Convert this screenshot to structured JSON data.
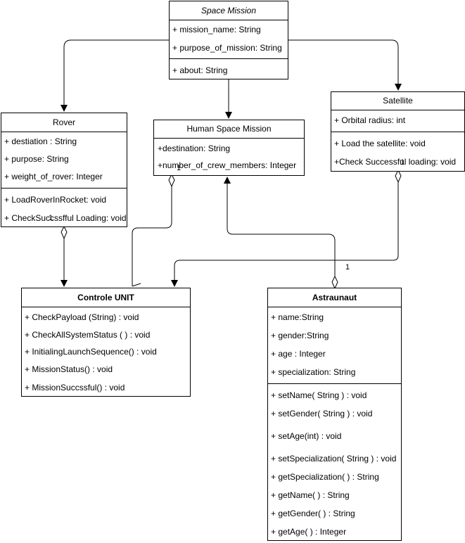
{
  "classes": {
    "space_mission": {
      "name": "Space Mission",
      "attributes": [
        "+ mission_name: String",
        "+ purpose_of_mission: String"
      ],
      "operations": [
        "+ about: String"
      ]
    },
    "rover": {
      "name": "Rover",
      "attributes": [
        "+ destiation : String",
        "+ purpose: String",
        "+ weight_of_rover: Integer"
      ],
      "operations": [
        "+ LoadRoverInRocket: void",
        "+ CheckSuccssfful Loading: void"
      ]
    },
    "human_space_mission": {
      "name": "Human Space Mission",
      "attributes": [
        "+destination: String",
        "+number_of_crew_members: Integer"
      ],
      "operations": []
    },
    "satellite": {
      "name": "Satellite",
      "attributes": [
        "+ Orbital radius: int"
      ],
      "operations": [
        "+ Load the satellite: void",
        "+Check Successful loading: void"
      ]
    },
    "controle_unit": {
      "name": "Controle UNIT",
      "attributes": [],
      "operations": [
        "+ CheckPayload (String) : void",
        "+ CheckAllSystemStatus ( ) : void",
        "+ InitialingLaunchSequence() : void",
        "+ MissionStatus() : void",
        "+ MissionSuccssful() : void"
      ]
    },
    "astraunaut": {
      "name": "Astraunaut",
      "attributes": [
        "+ name:String",
        "+ gender:String",
        "+ age : Integer",
        "+ specialization: String"
      ],
      "operations": [
        "+ setName( String ) : void",
        "+ setGender( String ) : void",
        "+ setAge(int) : void",
        "+ setSpecialization( String ) : void",
        "+ getSpecialization( ) : String",
        "+ getName( ) : String",
        "+ getGender( ) : String",
        "+ getAge( ) : Integer"
      ]
    }
  },
  "multiplicities": {
    "human_to_control": "1",
    "satellite_to_control": "1",
    "rover_ops": "1",
    "satellite_ops": "1"
  },
  "colors": {
    "stroke": "#000000",
    "background": "#ffffff"
  }
}
